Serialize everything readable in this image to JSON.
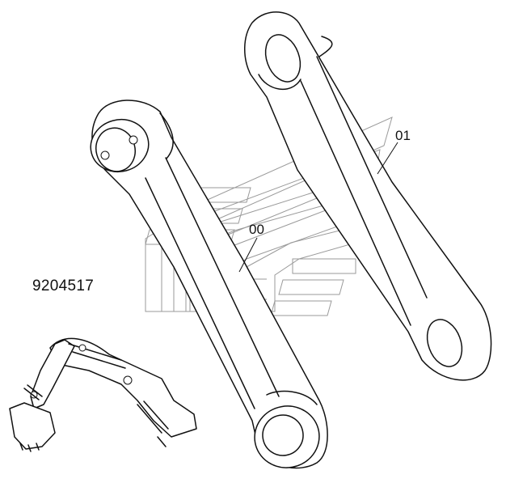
{
  "diagram": {
    "part_number": "9204517",
    "callouts": [
      {
        "id": "00",
        "label": "00"
      },
      {
        "id": "01",
        "label": "01"
      }
    ]
  },
  "colors": {
    "ink": "#111111",
    "watermark": "#9a9a9a",
    "background": "#ffffff"
  },
  "icons": [
    "link-rod-drawing",
    "excavator-thumbnail-icon",
    "watermark-logo"
  ]
}
